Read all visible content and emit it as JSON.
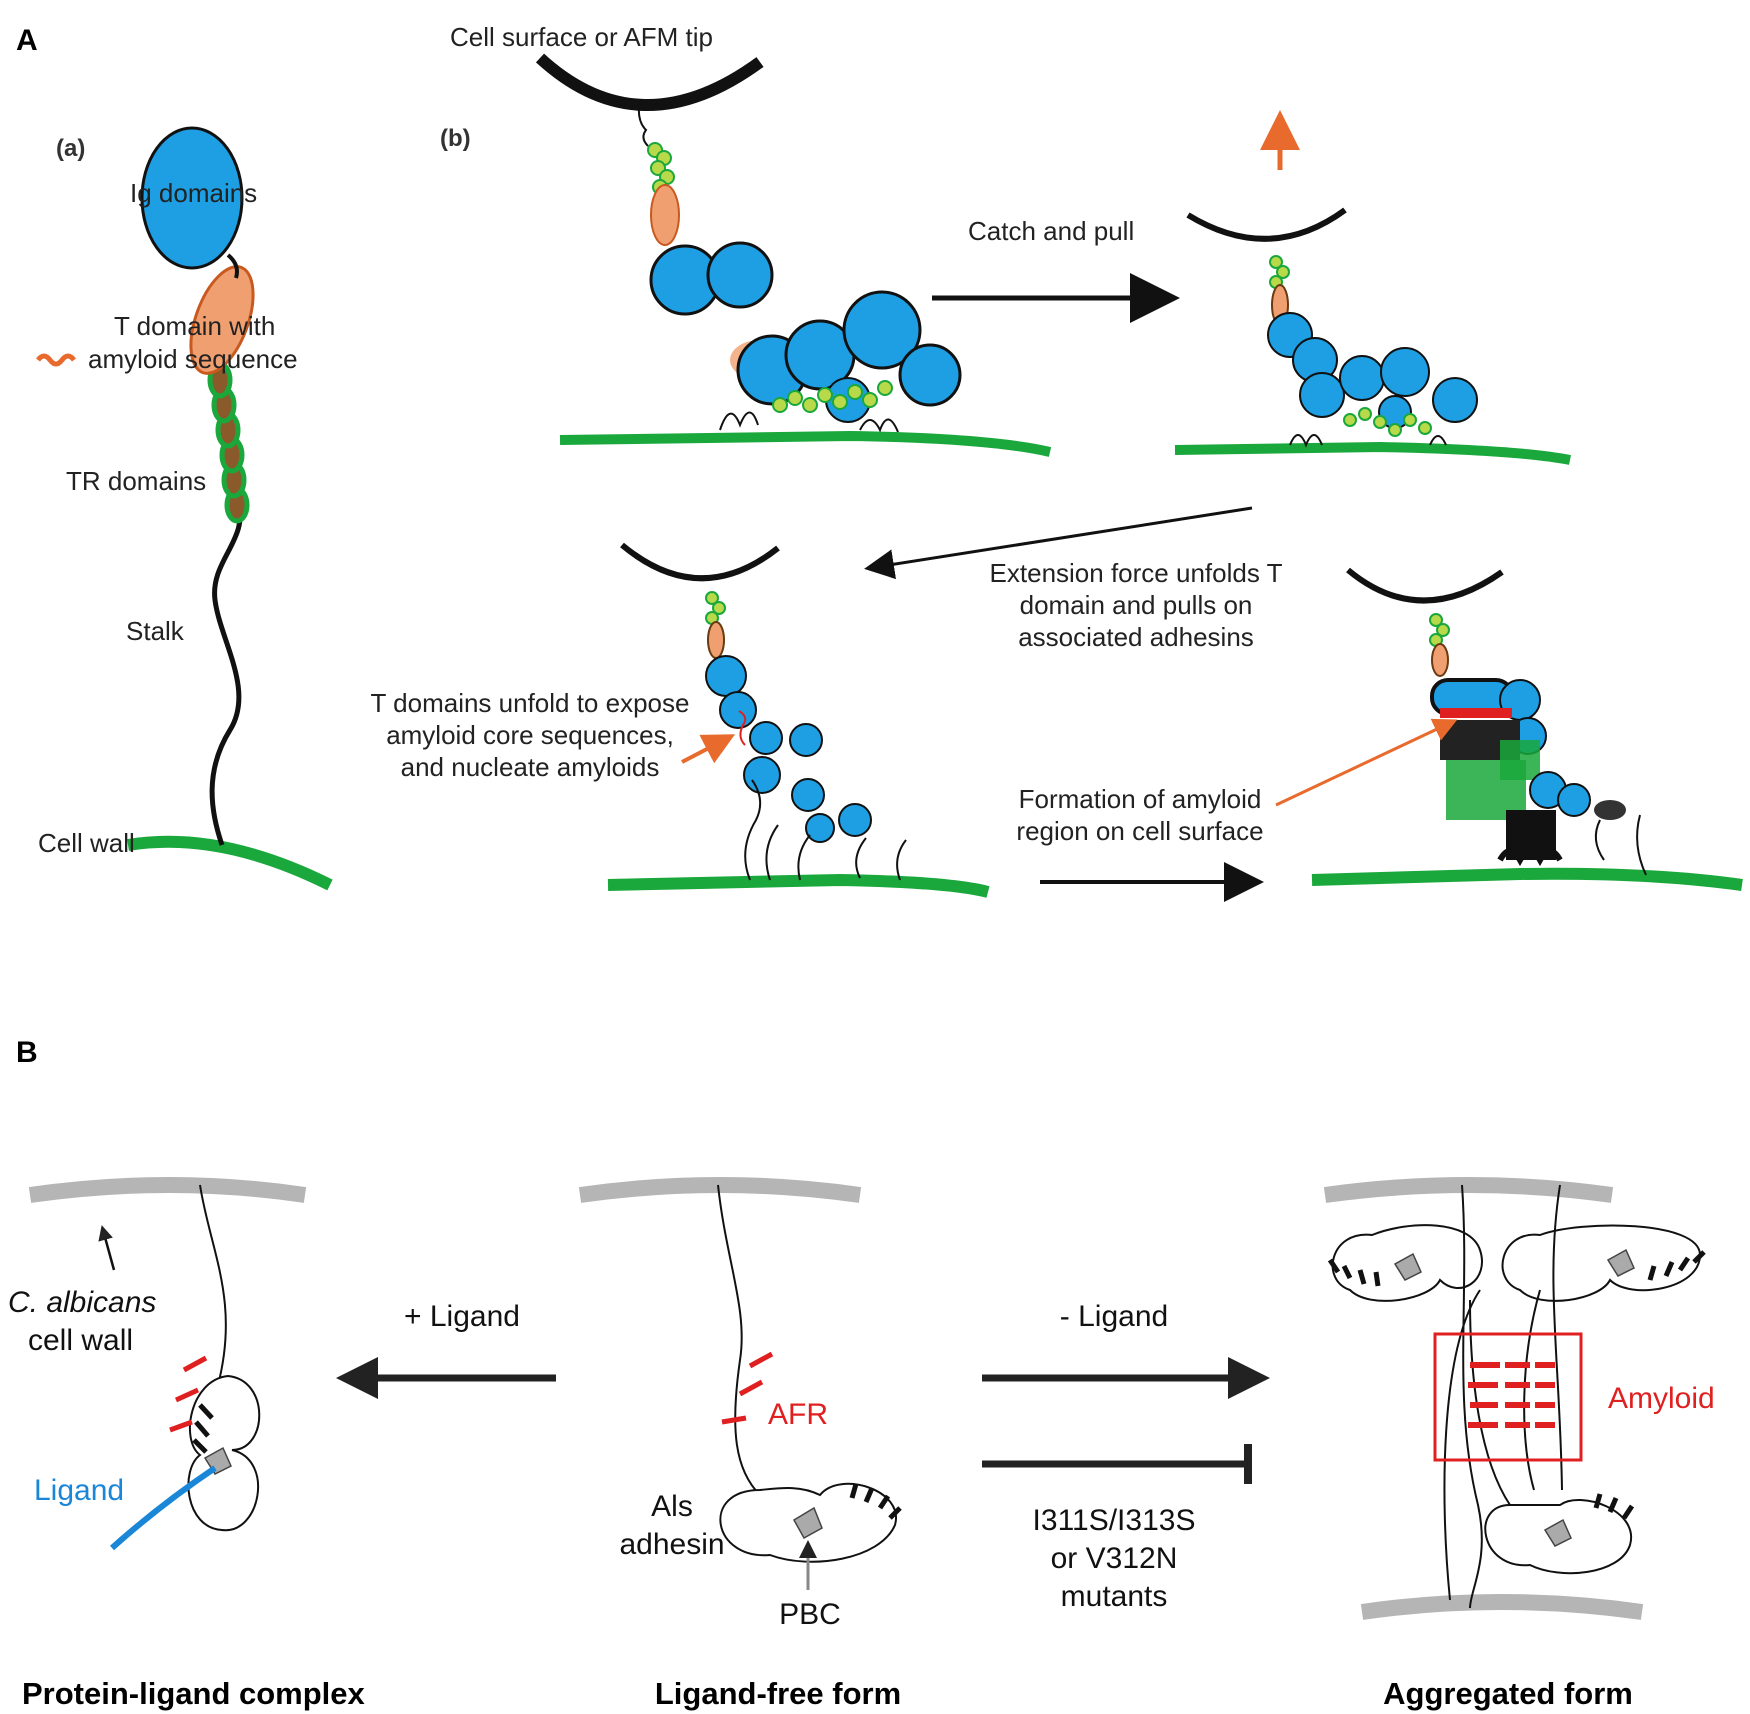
{
  "panelA": {
    "label": "A",
    "sub_a": "(a)",
    "sub_b": "(b)",
    "ig_domains": "Ig domains",
    "t_domain_1": "T domain with",
    "t_domain_2": "amyloid sequence",
    "tr_domains": "TR domains",
    "stalk": "Stalk",
    "cell_wall": "Cell wall",
    "cell_surface": "Cell surface or AFM tip",
    "catch_pull": "Catch and pull",
    "extension_1": "Extension force unfolds T",
    "extension_2": "domain and pulls on",
    "extension_3": "associated adhesins",
    "unfold_1": "T domains unfold to expose",
    "unfold_2": "amyloid core sequences,",
    "unfold_3": "and nucleate amyloids",
    "formation_1": "Formation of amyloid",
    "formation_2": "region on cell surface"
  },
  "panelB": {
    "label": "B",
    "wall_1": "C. albicans",
    "wall_2": "cell wall",
    "plus_ligand": "+ Ligand",
    "minus_ligand": "- Ligand",
    "ligand": "Ligand",
    "afr": "AFR",
    "als_1": "Als",
    "als_2": "adhesin",
    "pbc": "PBC",
    "mutants_1": "I311S/I313S",
    "mutants_2": "or V312N",
    "mutants_3": "mutants",
    "amyloid": "Amyloid",
    "cap_complex": "Protein-ligand complex",
    "cap_free": "Ligand-free form",
    "cap_aggregated": "Aggregated form"
  },
  "colors": {
    "ig_blue": "#1e9fe3",
    "wall_green": "#1aa83c",
    "tr_green": "#8cc63f",
    "t_orange": "#f0a070",
    "arrow_orange": "#e86a2c",
    "amyloid_red": "#e02020",
    "ligand_blue": "#1a86d8",
    "wall_gray": "#b5b5b5"
  }
}
